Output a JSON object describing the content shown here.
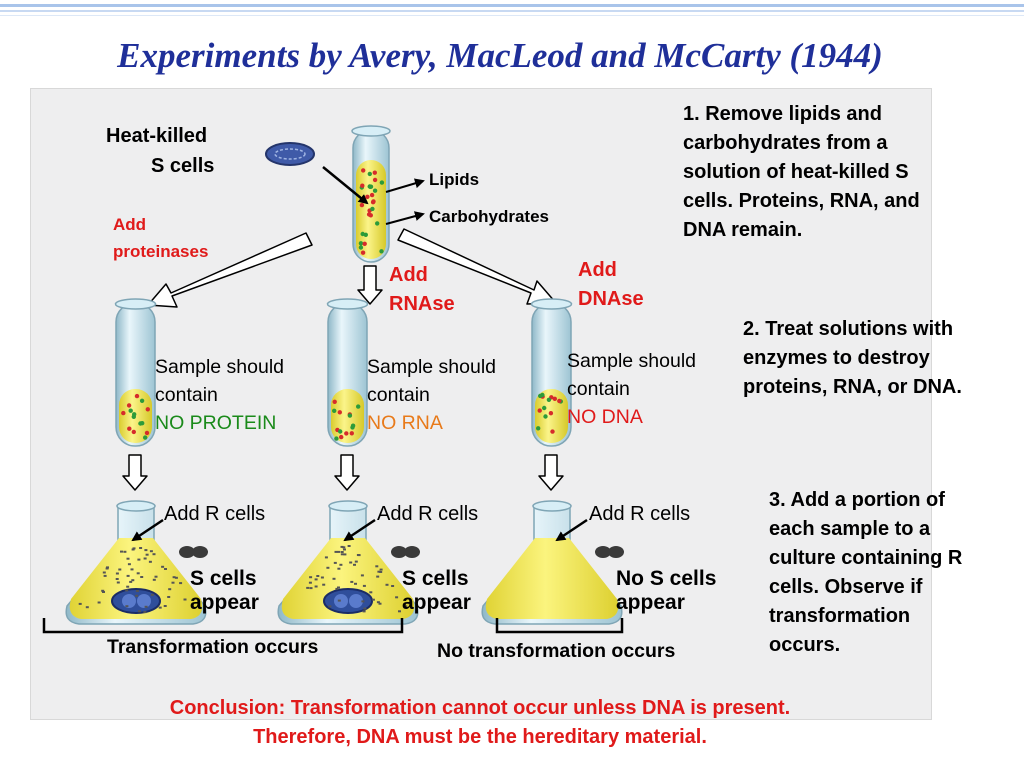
{
  "title": "Experiments by Avery, MacLeod and McCarty (1944)",
  "labels": {
    "heat_killed": "Heat-killed",
    "s_cells": "S cells",
    "lipids": "Lipids",
    "carbohydrates": "Carbohydrates",
    "add_proteinases_1": "Add",
    "add_proteinases_2": "proteinases",
    "add_rnase_1": "Add",
    "add_rnase_2": "RNAse",
    "add_dnase_1": "Add",
    "add_dnase_2": "DNAse"
  },
  "samples": [
    {
      "line1": "Sample should",
      "line2": "contain",
      "result": "NO PROTEIN",
      "color": "#1a8a1a"
    },
    {
      "line1": "Sample should",
      "line2": "contain",
      "result": "NO RNA",
      "color": "#e87a1a"
    },
    {
      "line1": "Sample should",
      "line2": "contain",
      "result": "NO DNA",
      "color": "#e01a1a"
    }
  ],
  "flasks": [
    {
      "add": "Add R cells",
      "out1": "S cells",
      "out2": "appear"
    },
    {
      "add": "Add R cells",
      "out1": "S cells",
      "out2": "appear"
    },
    {
      "add": "Add R cells",
      "out1": "No S cells",
      "out2": "appear"
    }
  ],
  "brackets": {
    "transformation": "Transformation occurs",
    "no_transformation": "No transformation occurs"
  },
  "steps": [
    [
      "1. Remove lipids and",
      "carbohydrates from a",
      "solution of heat-killed S",
      "cells. Proteins, RNA, and",
      "DNA remain."
    ],
    [
      "2. Treat solutions with",
      "enzymes to destroy",
      "proteins, RNA, or DNA."
    ],
    [
      "3.  Add a portion of",
      "each  sample to a",
      "culture containing R",
      "cells. Observe if",
      "transformation",
      "occurs."
    ]
  ],
  "conclusion": {
    "line1": "Conclusion: Transformation cannot occur unless DNA is present.",
    "line2": "Therefore, DNA must be the hereditary material."
  },
  "colors": {
    "title": "#1f2f99",
    "enzyme_labels": "#e01a1a",
    "medium": "#f3ea5c",
    "tube_glass": "#bfe6f0",
    "conclusion": "#e01a1a"
  }
}
